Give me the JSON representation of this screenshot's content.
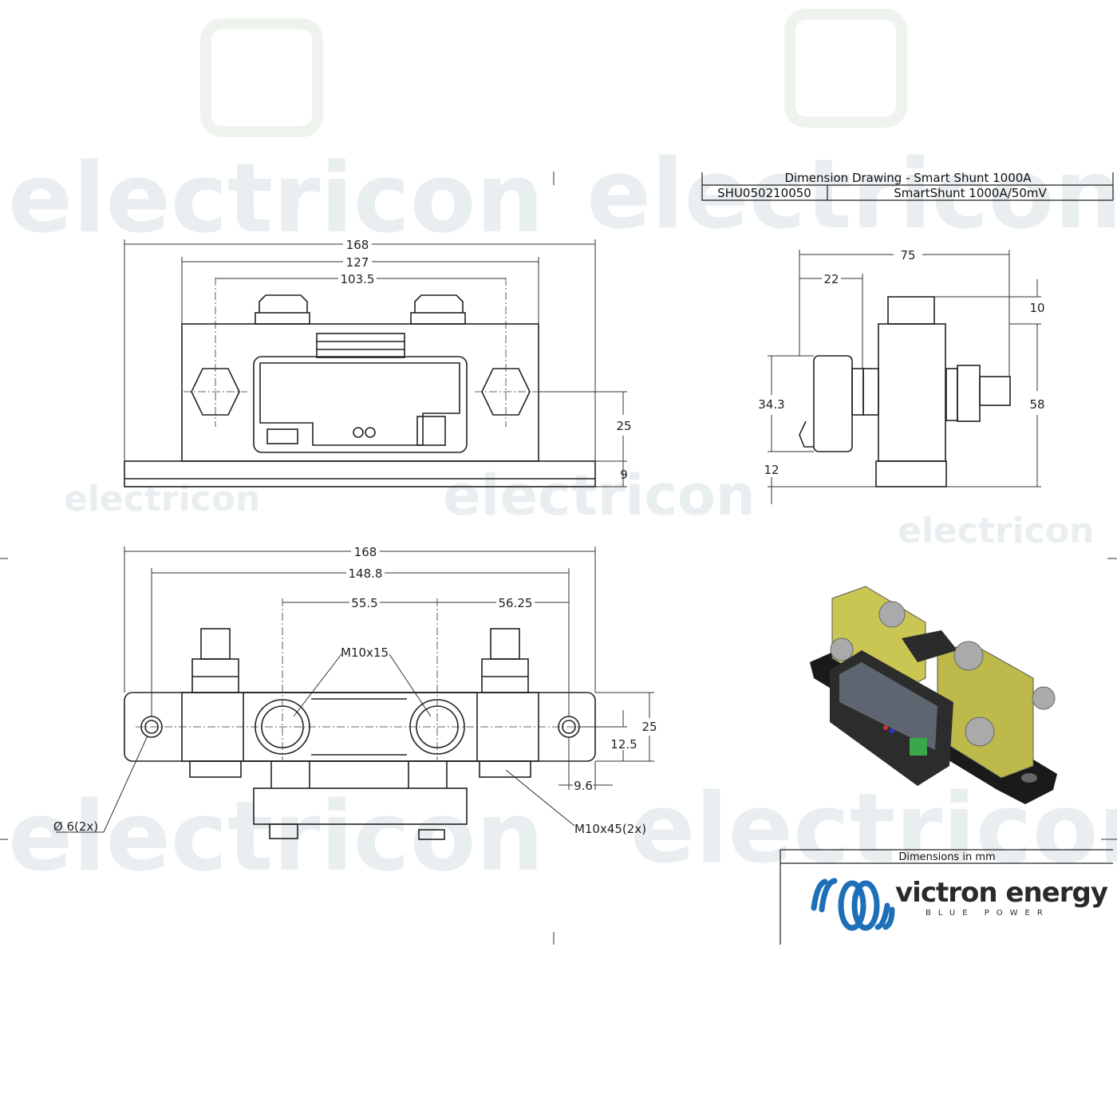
{
  "title_block": {
    "title": "Dimension Drawing - Smart Shunt 1000A",
    "part_number": "SHU050210050",
    "description": "SmartShunt 1000A/50mV",
    "units_note": "Dimensions in mm"
  },
  "logo": {
    "name": "victron energy",
    "tagline": "BLUE POWER",
    "color": "#1d6fb8"
  },
  "watermark": "electricon",
  "front_view": {
    "overall_width": "168",
    "terminal_spacing": "127",
    "hole_spacing": "103.5",
    "hole_height": "25",
    "base_height": "9"
  },
  "side_view": {
    "depth": "75",
    "display_offset": "22",
    "bolt_protrusion": "10",
    "height": "58",
    "display_height": "34.3",
    "display_base": "12"
  },
  "bottom_view": {
    "overall_length": "168",
    "mount_hole_spacing": "148.8",
    "left_offset": "55.5",
    "right_offset": "56.25",
    "terminal_thread": "M10x15",
    "width": "25",
    "hole_center": "12.5",
    "edge_offset": "9.6",
    "mount_hole": "Ø 6(2x)",
    "bolt": "M10x45(2x)"
  }
}
